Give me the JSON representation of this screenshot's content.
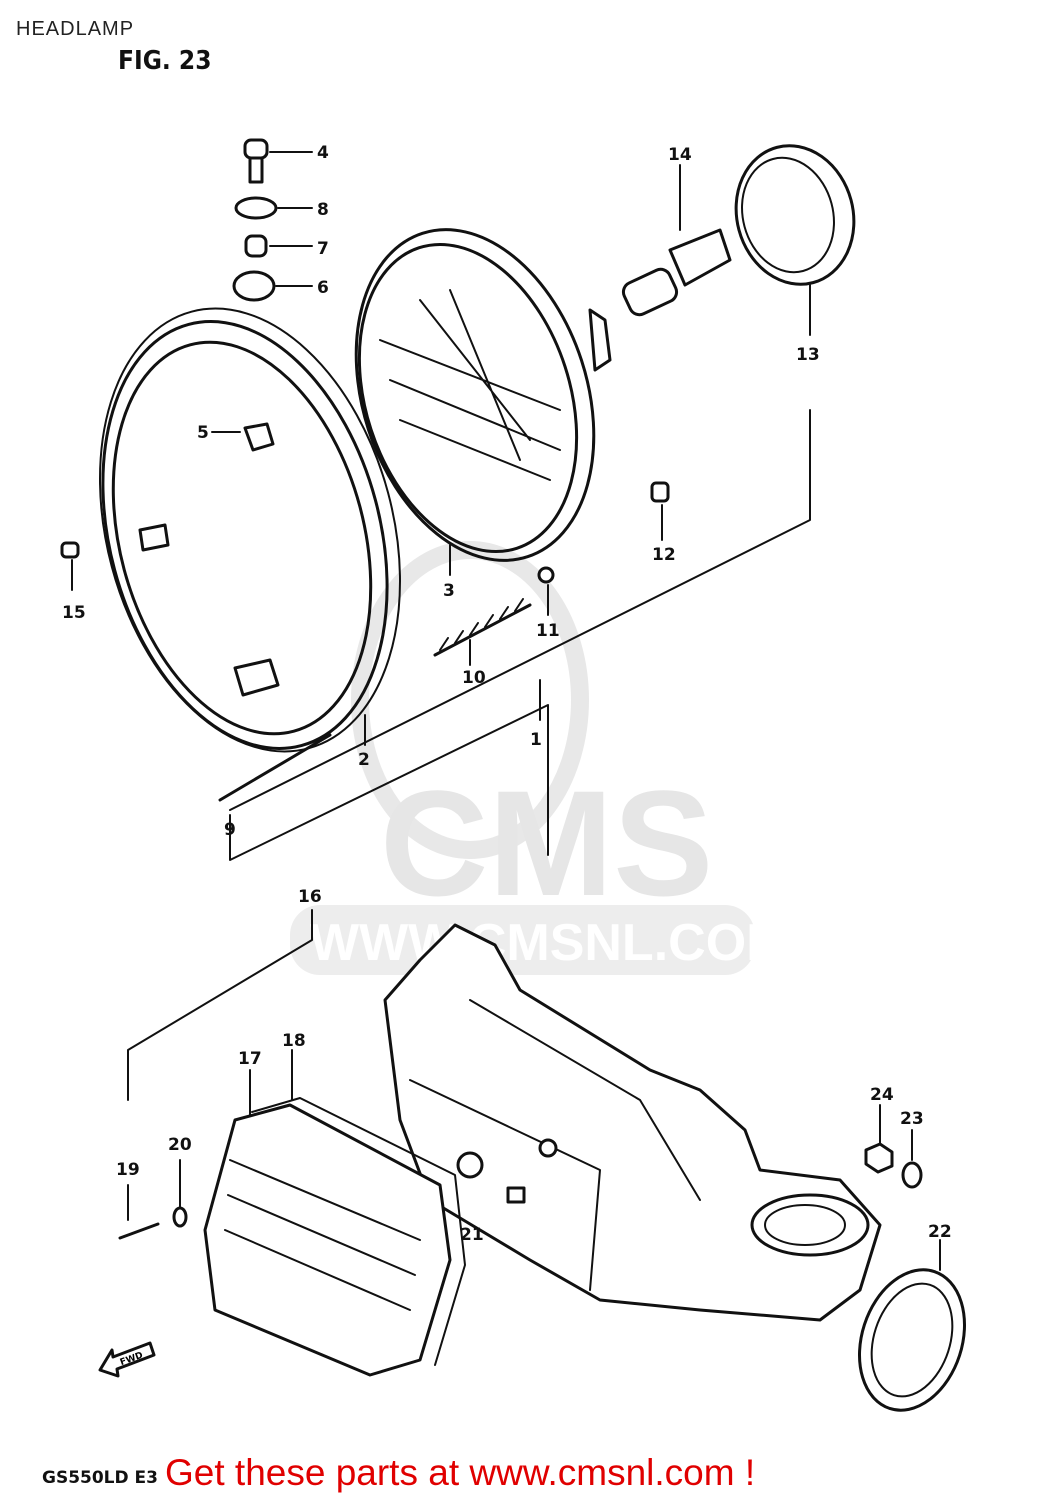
{
  "header": {
    "title": "HEADLAMP",
    "figure": "FIG. 23"
  },
  "watermark": {
    "logo_text": "CMS",
    "url_text": "WWW.CMSNL.COM"
  },
  "parts": [
    {
      "id": "p1",
      "number": "1"
    },
    {
      "id": "p2",
      "number": "2"
    },
    {
      "id": "p3",
      "number": "3"
    },
    {
      "id": "p4",
      "number": "4"
    },
    {
      "id": "p5",
      "number": "5"
    },
    {
      "id": "p6",
      "number": "6"
    },
    {
      "id": "p7",
      "number": "7"
    },
    {
      "id": "p8",
      "number": "8"
    },
    {
      "id": "p9",
      "number": "9"
    },
    {
      "id": "p10",
      "number": "10"
    },
    {
      "id": "p11",
      "number": "11"
    },
    {
      "id": "p12",
      "number": "12"
    },
    {
      "id": "p13",
      "number": "13"
    },
    {
      "id": "p14",
      "number": "14"
    },
    {
      "id": "p15",
      "number": "15"
    },
    {
      "id": "p16",
      "number": "16"
    },
    {
      "id": "p17",
      "number": "17"
    },
    {
      "id": "p18",
      "number": "18"
    },
    {
      "id": "p19",
      "number": "19"
    },
    {
      "id": "p20",
      "number": "20"
    },
    {
      "id": "p21",
      "number": "21"
    },
    {
      "id": "p22",
      "number": "22"
    },
    {
      "id": "p23",
      "number": "23"
    },
    {
      "id": "p24",
      "number": "24"
    }
  ],
  "fwd_label": "FWD",
  "footer": {
    "model_code": "GS550LD E3",
    "banner": "Get these parts at www.cmsnl.com !"
  }
}
